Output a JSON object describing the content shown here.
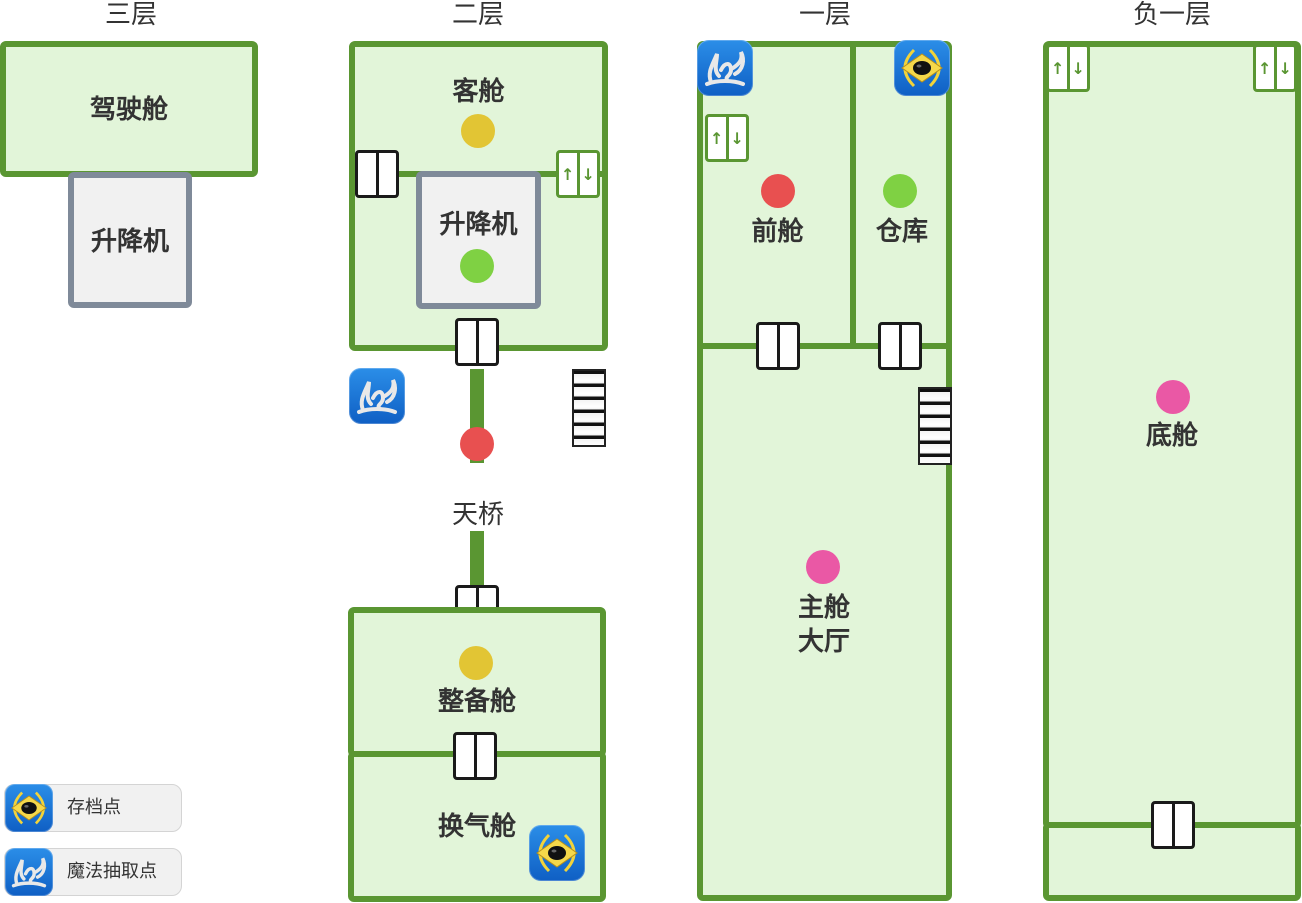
{
  "floors": [
    {
      "id": "floor-3",
      "title": "三层",
      "rooms": [
        {
          "name": "驾驶舱",
          "type": "room"
        },
        {
          "name": "升降机",
          "type": "lift"
        }
      ]
    },
    {
      "id": "floor-2",
      "title": "二层",
      "rooms": [
        {
          "name": "客舱",
          "type": "room",
          "marker_color": "#e2c534"
        },
        {
          "name": "升降机",
          "type": "lift",
          "marker_color": "#7fd143"
        },
        {
          "name": "天桥",
          "type": "bridge",
          "marker_color": "#e85050"
        },
        {
          "name": "整备舱",
          "type": "room",
          "marker_color": "#e2c534"
        },
        {
          "name": "换气舱",
          "type": "room",
          "icon": "save-point-icon"
        }
      ]
    },
    {
      "id": "floor-1",
      "title": "一层",
      "rooms": [
        {
          "name": "前舱",
          "type": "room",
          "marker_color": "#e85050"
        },
        {
          "name": "仓库",
          "type": "room",
          "marker_color": "#7fd143",
          "icon": "save-point-icon"
        },
        {
          "name": "主舱\n大厅",
          "line1": "主舱",
          "line2": "大厅",
          "type": "room",
          "marker_color": "#ea58a5"
        }
      ]
    },
    {
      "id": "floor-b1",
      "title": "负一层",
      "rooms": [
        {
          "name": "底舱",
          "type": "room",
          "marker_color": "#ea58a5"
        },
        {
          "name": "",
          "type": "room"
        }
      ]
    }
  ],
  "elevator_symbol": {
    "up": "↑",
    "down": "↓"
  },
  "legend": [
    {
      "icon": "save-point-icon",
      "label": "存档点"
    },
    {
      "icon": "magic-draw-point-icon",
      "label": "魔法抽取点"
    }
  ],
  "colors": {
    "wall": "#5a9632",
    "room_fill": "#e2f5d9",
    "lift_wall": "#7f8a99",
    "lift_fill": "#f1f1f1",
    "yellow_marker": "#e2c534",
    "green_marker": "#7fd143",
    "red_marker": "#e85050",
    "pink_marker": "#ea58a5",
    "icon_blue": "#1672d6"
  }
}
